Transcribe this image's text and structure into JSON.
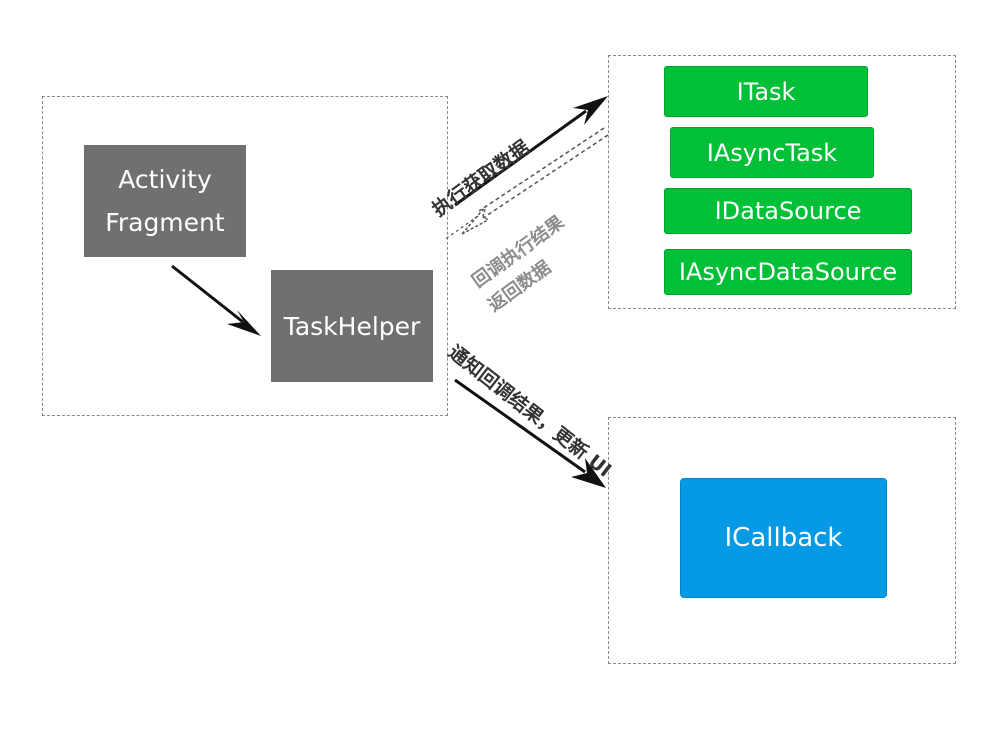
{
  "nodes": {
    "activity": [
      "Activity",
      "Fragment"
    ],
    "task_helper": "TaskHelper",
    "itask": "ITask",
    "iasync_task": "IAsyncTask",
    "idata_source": "IDataSource",
    "iasync_data_source": "IAsyncDataSource",
    "icallback": "ICallback"
  },
  "edges": {
    "execute": "执行获取数据",
    "callback_return": [
      "回调执行结果",
      "返回数据"
    ],
    "notify": "通知回调结果，更新 UI"
  },
  "colors": {
    "gray_box": "#707070",
    "green_box": "#00c038",
    "blue_box": "#069ae6",
    "arrow": "#111111",
    "dashed_arrow": "#555555",
    "muted_label": "#8c8c8c"
  }
}
